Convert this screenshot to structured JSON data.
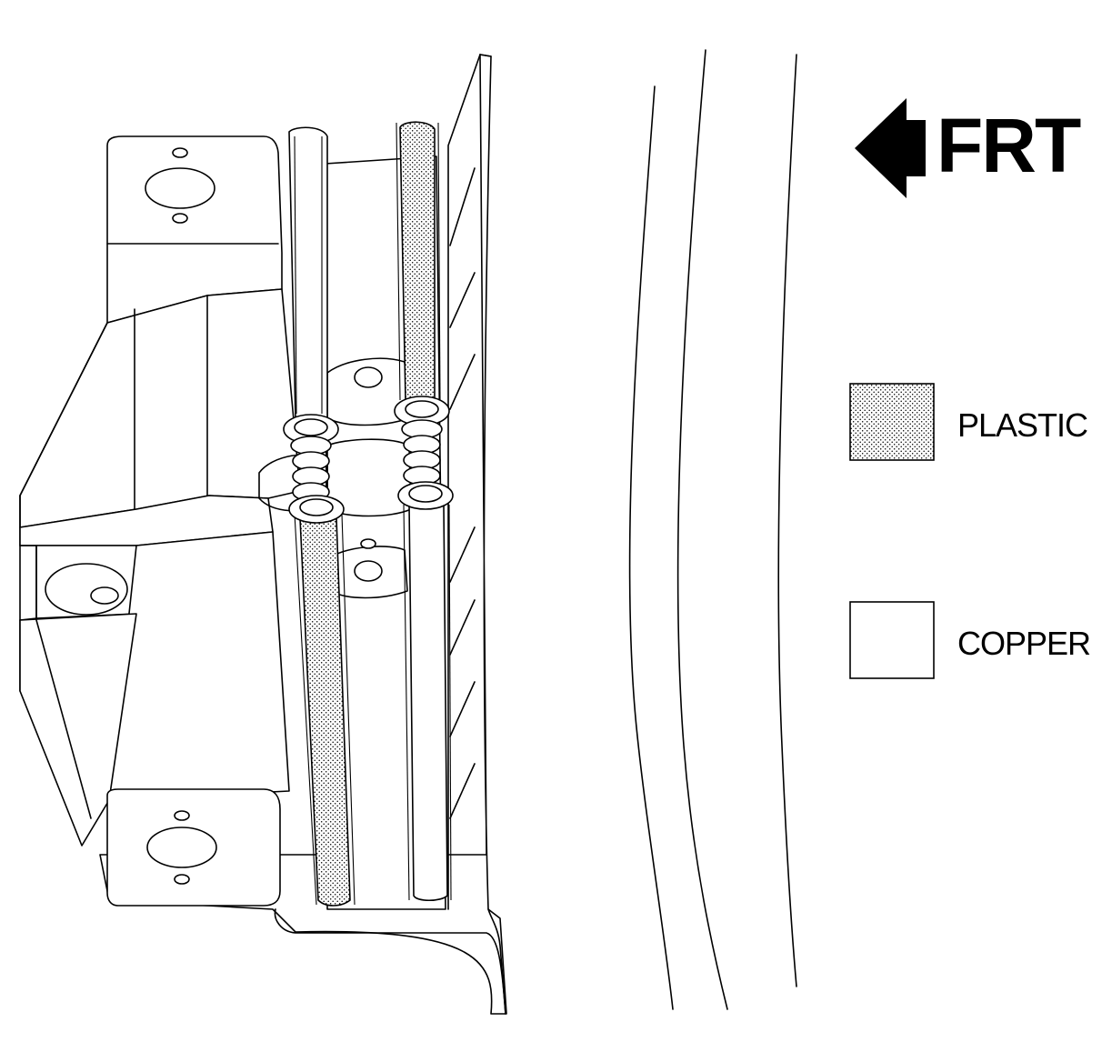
{
  "direction_indicator": {
    "label": "FRT",
    "icon": "arrow-left-icon"
  },
  "legend": {
    "items": [
      {
        "label": "PLASTIC",
        "swatch": "stippled",
        "color": "#c8c8c8"
      },
      {
        "label": "COPPER",
        "swatch": "plain",
        "color": "#ffffff"
      }
    ]
  },
  "colors": {
    "line": "#000000",
    "background": "#ffffff"
  }
}
